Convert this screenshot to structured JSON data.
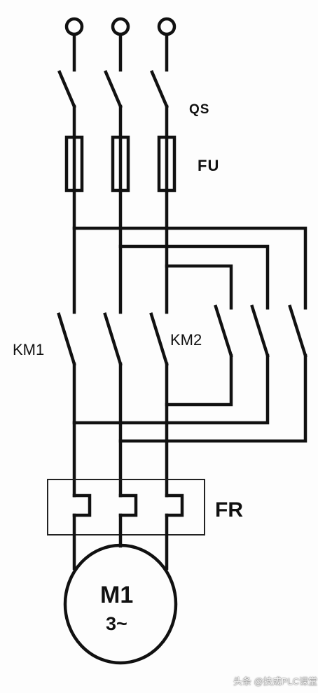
{
  "labels": {
    "qs": "QS",
    "fu": "FU",
    "km1": "KM1",
    "km2": "KM2",
    "fr": "FR",
    "motor_name": "M1",
    "motor_phase": "3~"
  },
  "watermark": "头条 @技成PLC课堂",
  "colors": {
    "line": "#111111",
    "background": "#fdfdfd"
  }
}
